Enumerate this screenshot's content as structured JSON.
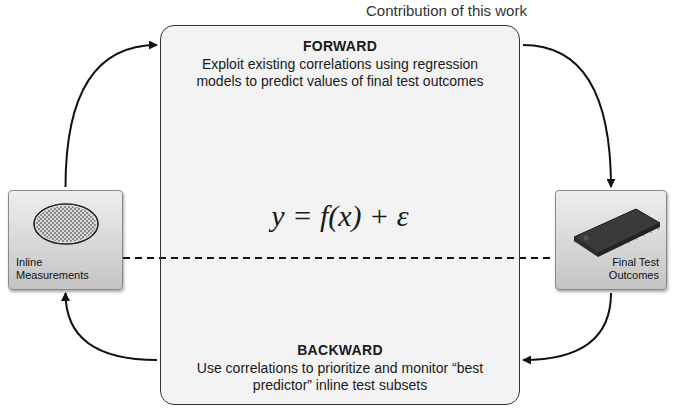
{
  "diagram": {
    "nodes": [
      {
        "text": [
          "Inline Measurements"
        ]
      },
      {
        "text": [
          "FORWARD",
          "Exploit existing correlations using regression models to predict values of final test outcomes",
          "y = f(x) + ε",
          "BACKWARD",
          "Use correlations to prioritize and monitor “best predictor” inline test subsets"
        ]
      },
      {
        "text": [
          "Final Test Outcomes"
        ]
      }
    ],
    "edges": [
      {
        "from": 0,
        "to": 1,
        "arrow": "to"
      },
      {
        "from": 1,
        "to": 2,
        "arrow": "to"
      },
      {
        "from": 2,
        "to": 1,
        "arrow": "to"
      },
      {
        "from": 1,
        "to": 0,
        "arrow": "to"
      },
      {
        "from": 0,
        "to": 2,
        "arrow": "none"
      }
    ],
    "labels": [
      "Contribution of this work"
    ]
  }
}
